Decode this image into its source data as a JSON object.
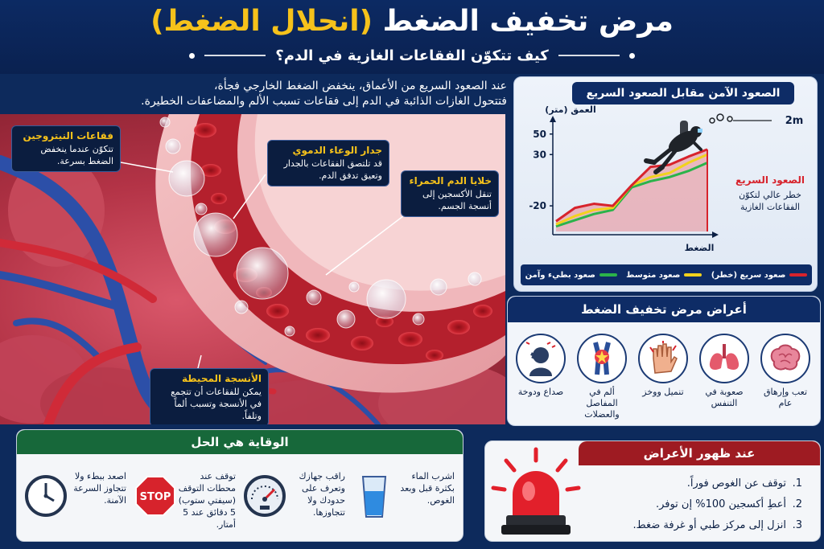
{
  "header": {
    "title_main": "مرض تخفيف الضغط ",
    "title_highlight": "(انحلال الضغط)",
    "subtitle": "كيف تتكوّن الفقاعات الغازية في الدم؟"
  },
  "intro": {
    "line1": "عند الصعود السريع من الأعماق، ينخفض الضغط الخارجي فجأة،",
    "line2": "فتتحول الغازات الذائبة في الدم إلى فقاعات تسبب الألم والمضاعفات الخطيرة."
  },
  "callouts": {
    "nitrogen": {
      "title": "فقاعات النيتروجين",
      "desc": "تتكوّن عندما ينخفض الضغط بسرعة."
    },
    "vessel_wall": {
      "title": "جدار الوعاء الدموي",
      "desc": "قد تلتصق الفقاعات بالجدار وتعيق تدفق الدم."
    },
    "red_cells": {
      "title": "خلايا الدم الحمراء",
      "desc": "تنقل الأكسجين إلى أنسجة الجسم."
    },
    "tissues": {
      "title": "الأنسجة المحيطة",
      "desc": "يمكن للفقاعات أن تتجمع في الأنسجة وتسبب ألماً وتلفاً."
    }
  },
  "chart": {
    "title": "الصعود الآمن مقابل الصعود السريع",
    "ylabel": "العمق (متر)",
    "xlabel": "الضغط",
    "yticks": [
      "50",
      "30",
      "-20"
    ],
    "depth_marker": "2m",
    "rapid_label": "الصعود السريع",
    "rapid_desc_1": "خطر عالي لتكوّن",
    "rapid_desc_2": "الفقاعات الغازية",
    "legend": [
      {
        "label": "صعود سريع (خطر)",
        "color": "#d7232c"
      },
      {
        "label": "صعود متوسط",
        "color": "#f2d21c"
      },
      {
        "label": "صعود بطيء وآمن",
        "color": "#2bb34a"
      }
    ]
  },
  "chart_data": {
    "type": "line",
    "title": "الصعود الآمن مقابل الصعود السريع",
    "xlabel": "الضغط",
    "ylabel": "العمق (متر)",
    "y_tick_labels": [
      "50",
      "30",
      "-20"
    ],
    "x": [
      0,
      1,
      2,
      3,
      4,
      5,
      6,
      7,
      8
    ],
    "series": [
      {
        "name": "صعود سريع (خطر)",
        "color": "#d7232c",
        "values": [
          -35,
          -22,
          -18,
          -20,
          0,
          18,
          20,
          28,
          35
        ]
      },
      {
        "name": "صعود متوسط",
        "color": "#f2d21c",
        "values": [
          -38,
          -30,
          -24,
          -22,
          0,
          8,
          12,
          22,
          30
        ]
      },
      {
        "name": "صعود بطيء وآمن",
        "color": "#2bb34a",
        "values": [
          -40,
          -34,
          -28,
          -24,
          -2,
          4,
          8,
          14,
          22
        ]
      }
    ],
    "ylim": [
      -45,
      60
    ],
    "legend": "bottom"
  },
  "symptoms": {
    "title": "أعراض مرض تخفيف الضغط",
    "items": [
      {
        "label": "تعب وإرهاق عام",
        "icon": "brain-icon"
      },
      {
        "label": "صعوبة في التنفس",
        "icon": "lungs-icon"
      },
      {
        "label": "تنميل ووخز",
        "icon": "hand-icon"
      },
      {
        "label": "ألم في المفاصل والعضلات",
        "icon": "knee-joint-icon"
      },
      {
        "label": "صداع ودوخة",
        "icon": "headache-icon"
      }
    ]
  },
  "prevention": {
    "title": "الوقاية هي الحل",
    "items": [
      {
        "text": "اشرب الماء بكثرة قبل وبعد الغوص.",
        "icon": "water-glass-icon"
      },
      {
        "text": "راقب جهازك وتعرف على حدودك ولا تتجاوزها.",
        "icon": "dive-gauge-icon"
      },
      {
        "text": "توقف عند محطات التوقف (سيفتي ستوب) 5 دقائق عند 5 أمتار.",
        "icon": "stop-sign-icon",
        "sign": "STOP"
      },
      {
        "text": "اصعد ببطء ولا تتجاوز السرعة الآمنة.",
        "icon": "clock-icon"
      }
    ]
  },
  "emergency": {
    "title": "عند ظهور الأعراض",
    "steps": [
      {
        "num": "1.",
        "text": "توقف عن الغوص فوراً."
      },
      {
        "num": "2.",
        "text": "أعطِ أكسجين 100% إن توفر."
      },
      {
        "num": "3.",
        "text": "انزل إلى مركز طبي أو غرفة ضغط."
      }
    ],
    "icon": "emergency-siren-icon"
  },
  "colors": {
    "navy": "#0e2c66",
    "gold": "#f6c21b",
    "green": "#17683a",
    "red": "#9e1b22"
  }
}
